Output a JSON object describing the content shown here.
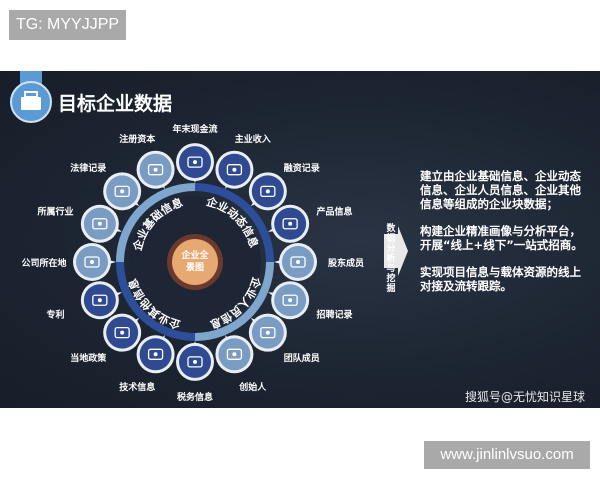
{
  "watermark_top": "TG: MYYJJPP",
  "watermark_bottom": "www.jinlinlvsuo.com",
  "infographic": {
    "title": "目标企业数据",
    "title_icon": "briefcase-icon",
    "center_label": [
      "企业全",
      "景图"
    ],
    "ring_segments": [
      "企业基础信息",
      "企业动态信息",
      "企业人员信息",
      "企业其他信息"
    ],
    "items": [
      {
        "label": "年末现金流",
        "icon": "cash-icon",
        "tone": "dark"
      },
      {
        "label": "主业收入",
        "icon": "hand-coins-icon",
        "tone": "dark"
      },
      {
        "label": "融资记录",
        "icon": "money-bag-icon",
        "tone": "dark"
      },
      {
        "label": "产品信息",
        "icon": "box-icon",
        "tone": "dark"
      },
      {
        "label": "股东成员",
        "icon": "person-tie-icon",
        "tone": "light"
      },
      {
        "label": "招聘记录",
        "icon": "id-card-icon",
        "tone": "light"
      },
      {
        "label": "团队成员",
        "icon": "group-icon",
        "tone": "light"
      },
      {
        "label": "创始人",
        "icon": "person-icon",
        "tone": "light"
      },
      {
        "label": "税务信息",
        "icon": "list-icon",
        "tone": "dark"
      },
      {
        "label": "技术信息",
        "icon": "chat-icon",
        "tone": "dark"
      },
      {
        "label": "当地政策",
        "icon": "document-icon",
        "tone": "dark"
      },
      {
        "label": "专利",
        "icon": "patent-icon",
        "tone": "dark"
      },
      {
        "label": "公司所在地",
        "icon": "home-icon",
        "tone": "light"
      },
      {
        "label": "所属行业",
        "icon": "briefcase-icon",
        "tone": "light"
      },
      {
        "label": "法律记录",
        "icon": "scales-icon",
        "tone": "light"
      },
      {
        "label": "注册资本",
        "icon": "coins-icon",
        "tone": "light"
      }
    ],
    "arrow_label": "数据分析与挖掘",
    "description": [
      "建立由企业基础信息、企业动态信息、企业人员信息、企业其他信息等组成的企业块数据；",
      "构建企业精准画像与分析平台，开展“线上+线下”一站式招商。",
      "实现项目信息与载体资源的线上对接及流转跟踪。"
    ],
    "credit": "搜狐号@无忧知识星球",
    "colors": {
      "dark_bubble": "#2f4a90",
      "light_bubble": "#7b9cc2",
      "center": "#e8a872",
      "ring_light": "#7fa6cc",
      "ring_dark": "#2d4f9a",
      "background": "#1c2431"
    }
  }
}
